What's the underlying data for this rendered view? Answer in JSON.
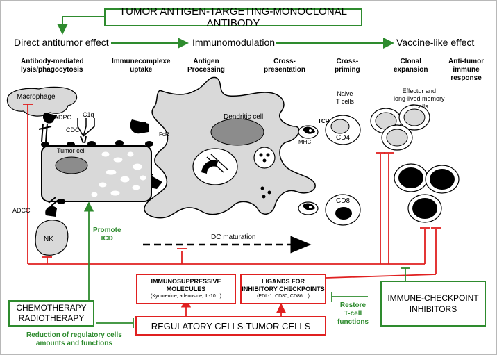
{
  "title": "TUMOR ANTIGEN-TARGETING-MONOCLONAL ANTIBODY",
  "phases": {
    "direct": "Direct antitumor effect",
    "immunomodulation": "Immunomodulation",
    "vaccine": "Vaccine-like effect"
  },
  "steps": {
    "lysis": [
      "Antibody-mediated",
      "lysis/phagocytosis"
    ],
    "uptake": [
      "Immunecomplexe",
      "uptake"
    ],
    "processing": [
      "Antigen",
      "Processing"
    ],
    "cross_presentation": [
      "Cross-",
      "presentation"
    ],
    "cross_priming": [
      "Cross-",
      "priming"
    ],
    "clonal": [
      "Clonal",
      "expansion"
    ],
    "antitumor": [
      "Anti-tumor",
      "immune",
      "response"
    ]
  },
  "cells": {
    "macrophage": "Macrophage",
    "adpc": "ADPC",
    "cdc": "CDC",
    "c1q": "C1q",
    "tumor": "Tumor cell",
    "fcr": "FcR",
    "dendritic": "Dendritic cell",
    "adcc": "ADCC",
    "nk": "NK",
    "naive": [
      "Naive",
      "T cells"
    ],
    "tcr": "TCR",
    "mhc": "MHC",
    "cd4": "CD4",
    "cd8": "CD8",
    "effector": [
      "Effector and",
      "long-lived memory",
      "T cells"
    ]
  },
  "dc_maturation": "DC maturation",
  "promote_icd": [
    "Promote",
    "ICD"
  ],
  "immunosuppressive": {
    "title": [
      "IMMUNOSUPPRESSIVE",
      "MOLECULES"
    ],
    "detail": "(Kynurenine, adenosine, IL-10...)"
  },
  "ligands": {
    "title": [
      "LIGANDS FOR",
      "INHIBITORY CHECKPOINTS"
    ],
    "detail": "(PDL-1, CD80, CD86... )"
  },
  "chemo": [
    "CHEMOTHERAPY",
    "RADIOTHERAPY"
  ],
  "regulatory": "REGULATORY CELLS-TUMOR CELLS",
  "checkpoint_inhibitors": [
    "IMMUNE-CHECKPOINT",
    "INHIBITORS"
  ],
  "restore": [
    "Restore",
    "T-cell",
    "functions"
  ],
  "reduction": [
    "Reduction of regulatory cells",
    "amounts and functions"
  ],
  "colors": {
    "green": "#2e8b2e",
    "red": "#e02020",
    "cell_gray": "#d9d9d9",
    "nucleus_gray": "#8c8c8c"
  }
}
